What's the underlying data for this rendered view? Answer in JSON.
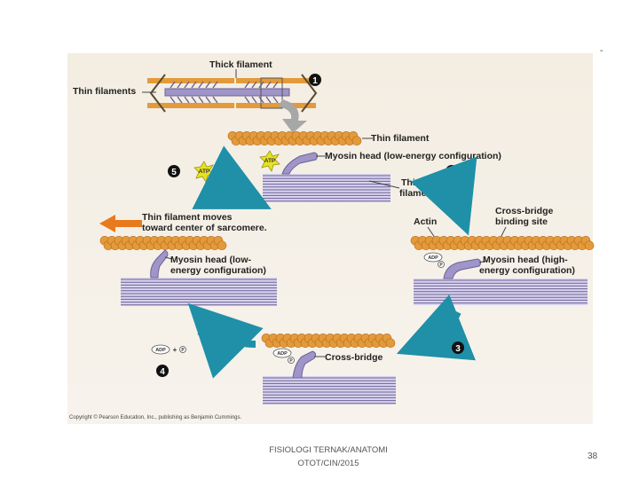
{
  "slide": {
    "corner_mark": "-",
    "footer_line1": "FISIOLOGI TERNAK/ANATOMI",
    "footer_line2": "OTOT/CIN/2015",
    "page_number": "38"
  },
  "figure": {
    "labels": {
      "thick_filament_top": "Thick filament",
      "thin_filaments": "Thin filaments",
      "step1": "1",
      "thin_filament": "Thin filament",
      "myosin_low1": "Myosin head (low-energy configuration)",
      "thick_filament_mid_1": "Thick",
      "thick_filament_mid_2": "filament",
      "step2": "2",
      "step5": "5",
      "moves_1": "Thin filament moves",
      "moves_2": "toward center of sarcomere.",
      "actin": "Actin",
      "binding_1": "Cross-bridge",
      "binding_2": "binding site",
      "myosin_low2_1": "Myosin head (low-",
      "myosin_low2_2": "energy configuration)",
      "myosin_high_1": "Myosin head (high-",
      "myosin_high_2": "energy configuration)",
      "step3": "3",
      "step4": "4",
      "cross_bridge": "Cross-bridge",
      "copyright": "Copyright © Pearson Education, Inc., publishing as Benjamin Cummings."
    },
    "molecules": {
      "atp": "ATP",
      "adp": "ADP",
      "pi": "P",
      "plus": "+"
    },
    "colors": {
      "panel_bg": "#f5f0e6",
      "actin": "#e39a3a",
      "actin_dark": "#b8691c",
      "myosin": "#9f95c8",
      "myosin_dark": "#6c6298",
      "arrow_teal": "#1f90a8",
      "arrow_orange": "#e8791d",
      "arrow_gray": "#a7a7a7",
      "atp_star": "#e6e222",
      "step_circle": "#111111"
    }
  }
}
